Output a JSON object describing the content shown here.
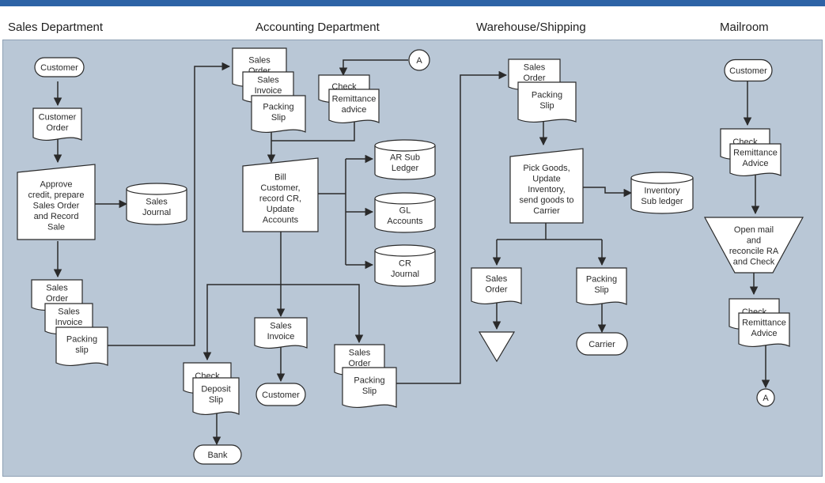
{
  "departments": {
    "sales": "Sales Department",
    "accounting": "Accounting Department",
    "warehouse": "Warehouse/Shipping",
    "mailroom": "Mailroom"
  },
  "sales": {
    "customer": "Customer",
    "customer_order": [
      "Customer",
      "Order"
    ],
    "approve": [
      "Approve",
      "credit, prepare",
      "Sales Order",
      "and Record",
      "Sale"
    ],
    "sales_journal": [
      "Sales",
      "Journal"
    ],
    "sales_order": [
      "Sales",
      "Order"
    ],
    "sales_invoice": [
      "Sales",
      "Invoice"
    ],
    "packing_slip": [
      "Packing",
      "slip"
    ]
  },
  "accounting": {
    "sales_order": [
      "Sales",
      "Order"
    ],
    "sales_invoice": [
      "Sales",
      "Invoice"
    ],
    "packing_slip": [
      "Packing",
      "Slip"
    ],
    "check": "Check",
    "remittance": [
      "Remittance",
      "advice"
    ],
    "connector_a": "A",
    "bill": [
      "Bill",
      "Customer,",
      "record CR,",
      "Update",
      "Accounts"
    ],
    "ar_sub_ledger": [
      "AR Sub",
      "Ledger"
    ],
    "gl_accounts": [
      "GL",
      "Accounts"
    ],
    "cr_journal": [
      "CR",
      "Journal"
    ],
    "check2": "Check",
    "deposit_slip": [
      "Deposit",
      "Slip"
    ],
    "bank": "Bank",
    "sales_invoice2": [
      "Sales",
      "Invoice"
    ],
    "customer": "Customer",
    "sales_order2": [
      "Sales",
      "Order"
    ],
    "packing_slip2": [
      "Packing",
      "Slip"
    ]
  },
  "warehouse": {
    "sales_order": [
      "Sales",
      "Order"
    ],
    "packing_slip": [
      "Packing",
      "Slip"
    ],
    "pick_goods": [
      "Pick Goods,",
      "Update",
      "Inventory,",
      "send goods to",
      "Carrier"
    ],
    "inventory_sub_ledger": [
      "Inventory",
      "Sub ledger"
    ],
    "sales_order2": [
      "Sales",
      "Order"
    ],
    "packing_slip2": [
      "Packing",
      "Slip"
    ],
    "carrier": "Carrier"
  },
  "mailroom": {
    "customer": "Customer",
    "check": "Check",
    "remittance": [
      "Remittance",
      "Advice"
    ],
    "open_mail": [
      "Open mail",
      "and",
      "reconcile RA",
      "and Check"
    ],
    "check2": "Check",
    "remittance2": [
      "Remittance",
      "Advice"
    ],
    "connector_a": "A"
  }
}
